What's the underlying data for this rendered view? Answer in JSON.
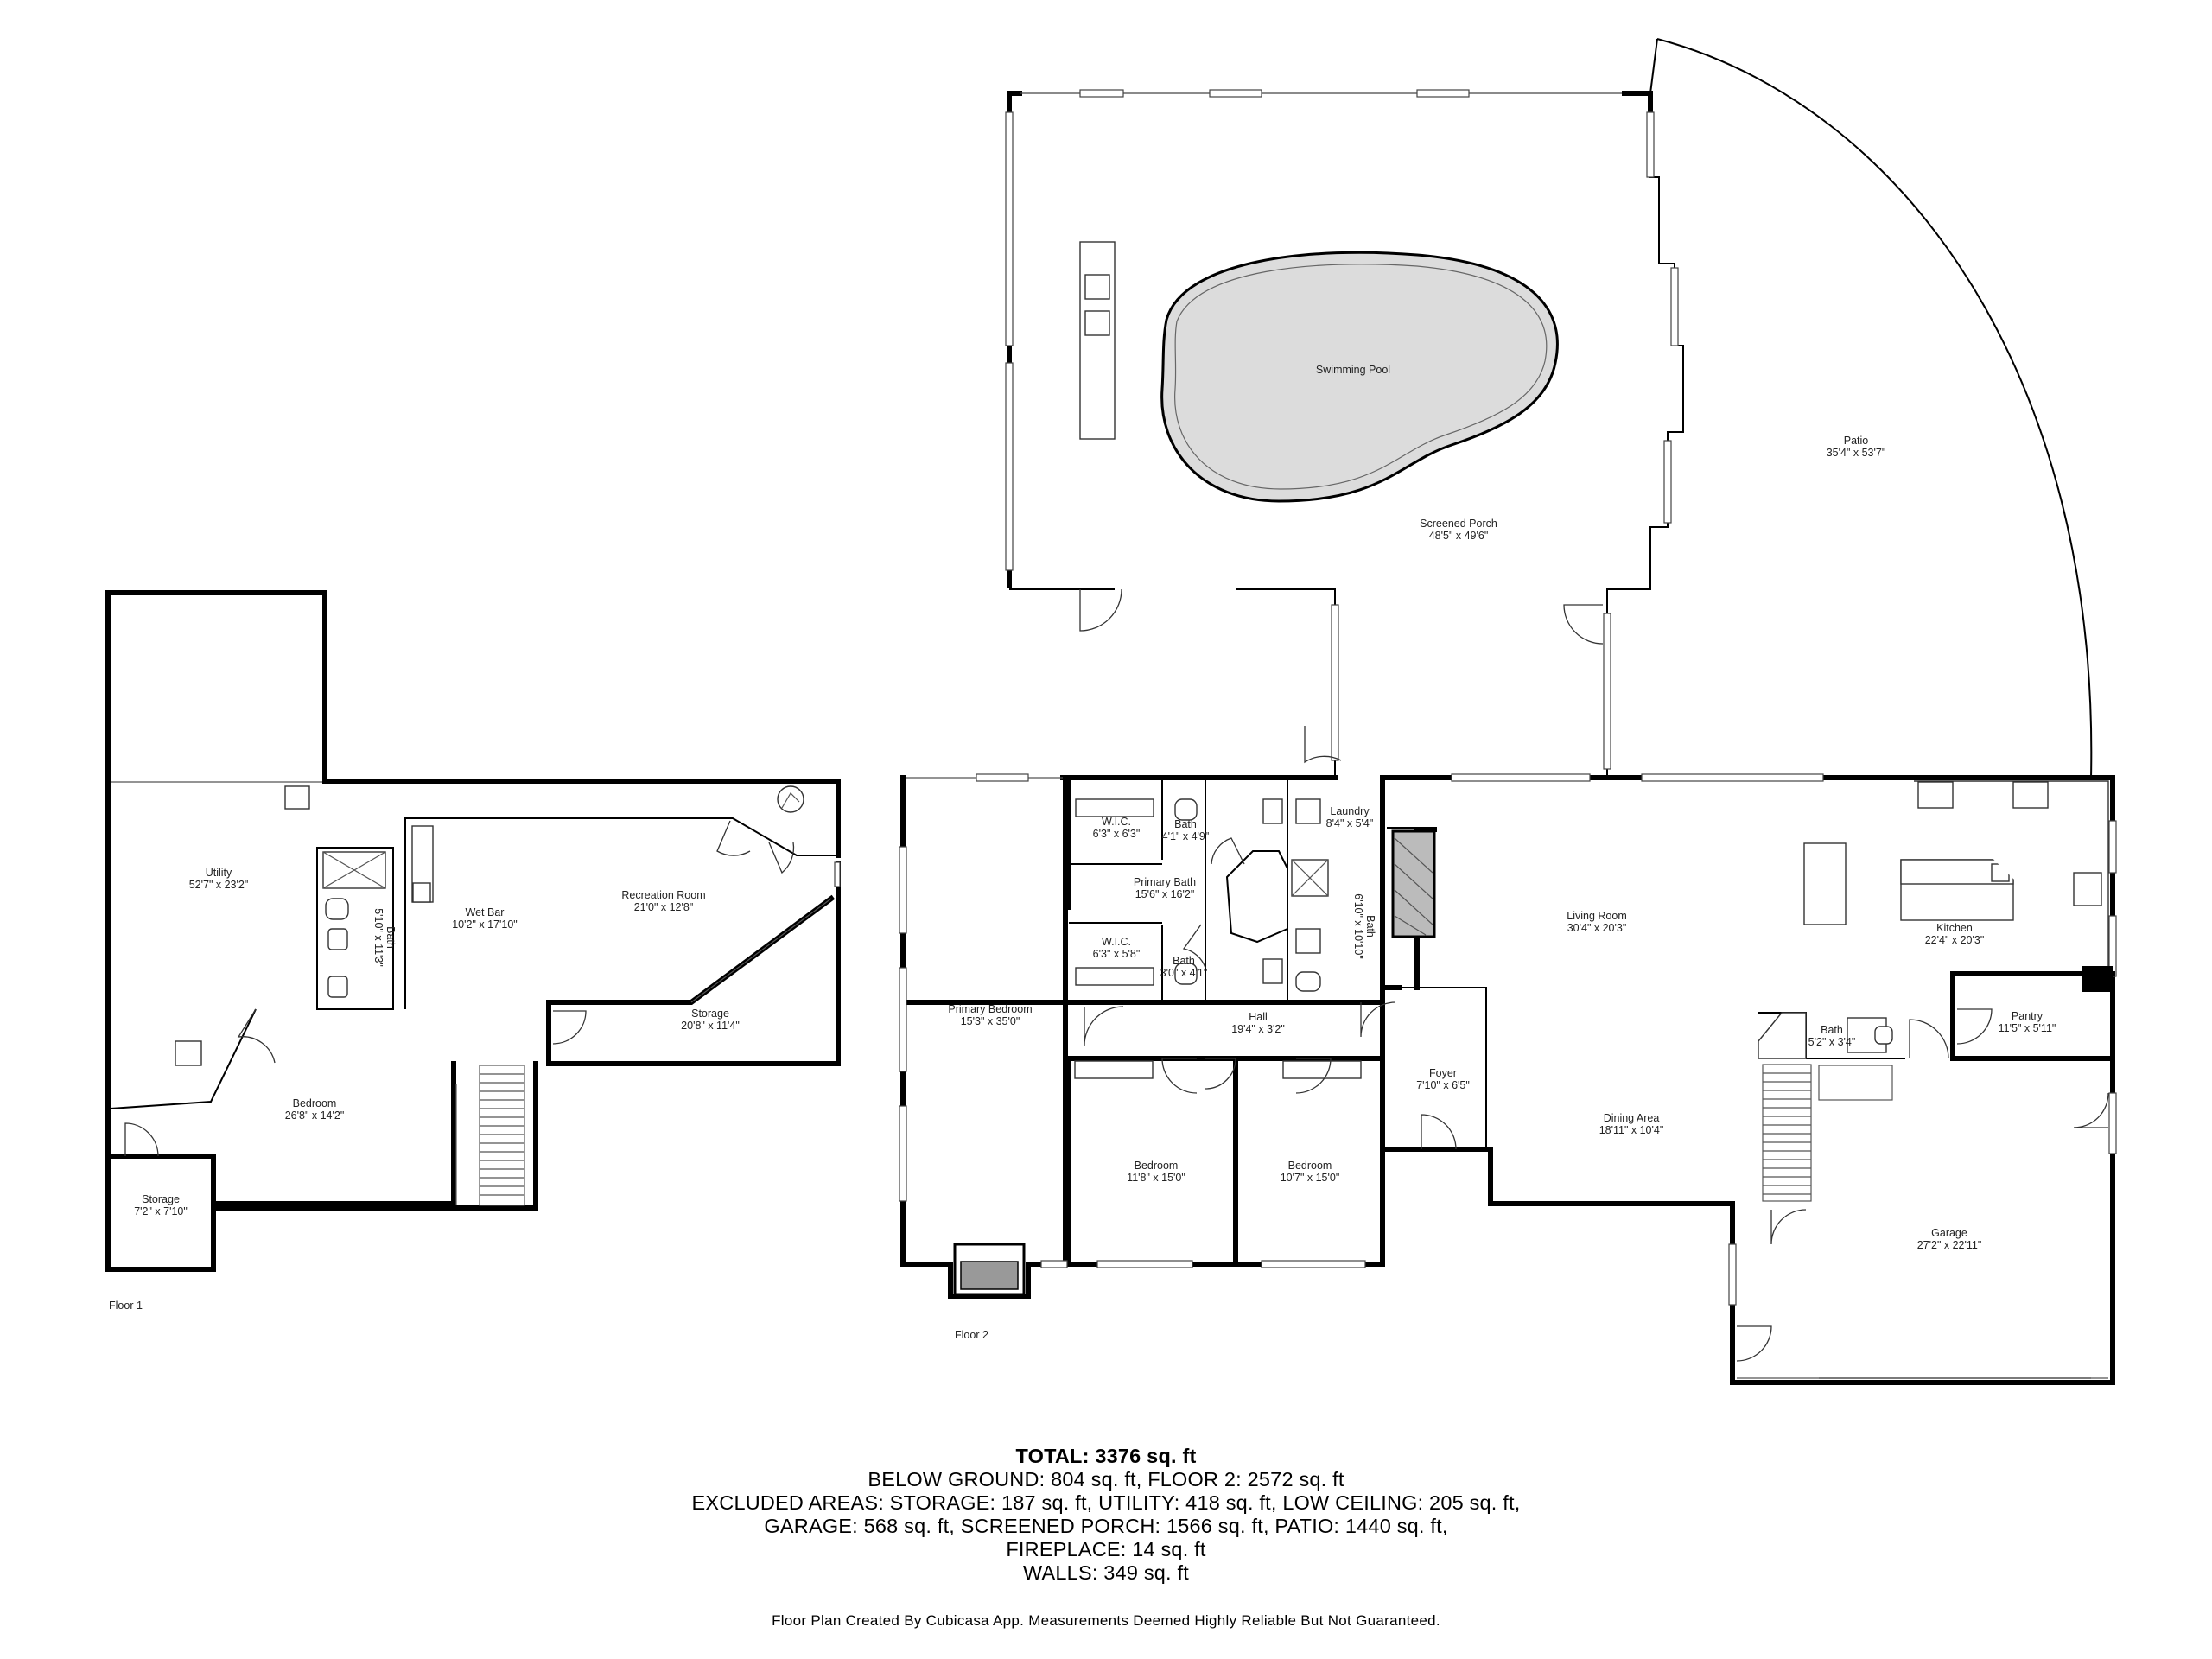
{
  "floors": {
    "floor1": "Floor 1",
    "floor2": "Floor 2"
  },
  "rooms": {
    "utility": {
      "name": "Utility",
      "dims": "52'7\" x 23'2\""
    },
    "bath_f1": {
      "name": "Bath",
      "dims": "5'10\" x 11'3\""
    },
    "wet_bar": {
      "name": "Wet Bar",
      "dims": "10'2\" x 17'10\""
    },
    "recreation": {
      "name": "Recreation Room",
      "dims": "21'0\" x 12'8\""
    },
    "storage_f1a": {
      "name": "Storage",
      "dims": "20'8\" x 11'4\""
    },
    "bedroom_f1": {
      "name": "Bedroom",
      "dims": "26'8\" x 14'2\""
    },
    "storage_f1b": {
      "name": "Storage",
      "dims": "7'2\" x 7'10\""
    },
    "swimming_pool": {
      "name": "Swimming Pool"
    },
    "screened_porch": {
      "name": "Screened Porch",
      "dims": "48'5\" x 49'6\""
    },
    "patio": {
      "name": "Patio",
      "dims": "35'4\" x 53'7\""
    },
    "primary_bedroom": {
      "name": "Primary Bedroom",
      "dims": "15'3\" x 35'0\""
    },
    "wic_top": {
      "name": "W.I.C.",
      "dims": "6'3\" x 6'3\""
    },
    "bath_top": {
      "name": "Bath",
      "dims": "4'1\" x 4'9\""
    },
    "primary_bath": {
      "name": "Primary Bath",
      "dims": "15'6\" x 16'2\""
    },
    "wic_bottom": {
      "name": "W.I.C.",
      "dims": "6'3\" x 5'8\""
    },
    "bath_small": {
      "name": "Bath",
      "dims": "3'0\" x 4'1\""
    },
    "laundry": {
      "name": "Laundry",
      "dims": "8'4\" x 5'4\""
    },
    "bath_side": {
      "name": "Bath",
      "dims": "6'10\" x 10'10\""
    },
    "hall": {
      "name": "Hall",
      "dims": "19'4\" x 3'2\""
    },
    "living_room": {
      "name": "Living Room",
      "dims": "30'4\" x 20'3\""
    },
    "kitchen": {
      "name": "Kitchen",
      "dims": "22'4\" x 20'3\""
    },
    "pantry": {
      "name": "Pantry",
      "dims": "11'5\" x 5'11\""
    },
    "bath_kitchen": {
      "name": "Bath",
      "dims": "5'2\" x 3'4\""
    },
    "foyer": {
      "name": "Foyer",
      "dims": "7'10\" x 6'5\""
    },
    "dining": {
      "name": "Dining Area",
      "dims": "18'11\" x 10'4\""
    },
    "bedroom_a": {
      "name": "Bedroom",
      "dims": "11'8\" x 15'0\""
    },
    "bedroom_b": {
      "name": "Bedroom",
      "dims": "10'7\" x 15'0\""
    },
    "garage": {
      "name": "Garage",
      "dims": "27'2\" x 22'11\""
    }
  },
  "summary": {
    "total": "TOTAL: 3376 sq. ft",
    "line1": "BELOW GROUND: 804 sq. ft, FLOOR 2: 2572 sq. ft",
    "line2": "EXCLUDED AREAS: STORAGE: 187 sq. ft, UTILITY: 418 sq. ft, LOW CEILING: 205 sq. ft,",
    "line3": "GARAGE: 568 sq. ft, SCREENED PORCH: 1566 sq. ft, PATIO: 1440 sq. ft,",
    "line4": "FIREPLACE: 14 sq. ft",
    "line5": "WALLS: 349 sq. ft"
  },
  "credit": "Floor Plan Created By Cubicasa App. Measurements Deemed Highly Reliable But Not Guaranteed."
}
